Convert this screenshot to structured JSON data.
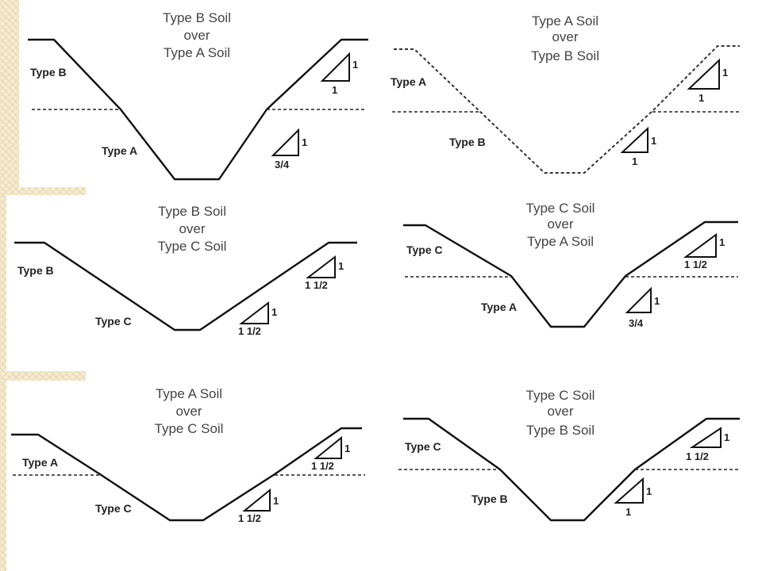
{
  "colors": {
    "background_strip": "#f6ecd3",
    "line": "#111111",
    "title_text": "#444444"
  },
  "panels": [
    {
      "title": [
        "Type B Soil",
        "over",
        "Type A Soil"
      ],
      "upper_label": "Type B",
      "lower_label": "Type A",
      "slopes": [
        {
          "rise": "1",
          "run": "1"
        },
        {
          "rise": "1",
          "run": "3/4"
        }
      ]
    },
    {
      "title": [
        "Type A Soil",
        "over",
        "Type B Soil"
      ],
      "upper_label": "Type A",
      "lower_label": "Type B",
      "slopes": [
        {
          "rise": "1",
          "run": "1"
        },
        {
          "rise": "1",
          "run": "1"
        }
      ]
    },
    {
      "title": [
        "Type B Soil",
        "over",
        "Type C Soil"
      ],
      "upper_label": "Type B",
      "lower_label": "Type C",
      "slopes": [
        {
          "rise": "1",
          "run": "1 1/2"
        },
        {
          "rise": "1",
          "run": "1 1/2"
        }
      ]
    },
    {
      "title": [
        "Type C Soil",
        "over",
        "Type A Soil"
      ],
      "upper_label": "Type C",
      "lower_label": "Type A",
      "slopes": [
        {
          "rise": "1",
          "run": "1 1/2"
        },
        {
          "rise": "1",
          "run": "3/4"
        }
      ]
    },
    {
      "title": [
        "Type A Soil",
        "over",
        "Type C Soil"
      ],
      "upper_label": "Type A",
      "lower_label": "Type C",
      "slopes": [
        {
          "rise": "1",
          "run": "1 1/2"
        },
        {
          "rise": "1",
          "run": "1 1/2"
        }
      ]
    },
    {
      "title": [
        "Type C Soil",
        "over",
        "Type B Soil"
      ],
      "upper_label": "Type C",
      "lower_label": "Type B",
      "slopes": [
        {
          "rise": "1",
          "run": "1 1/2"
        },
        {
          "rise": "1",
          "run": "1"
        }
      ]
    }
  ]
}
